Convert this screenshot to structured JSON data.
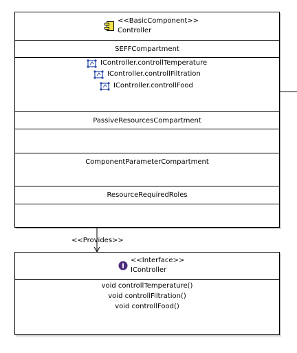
{
  "component": {
    "stereotype": "<<BasicComponent>>",
    "name": "Controller",
    "icon": "basic-component-icon",
    "compartments": {
      "seff": {
        "title": "SEFFCompartment",
        "items": [
          "IController.controllTemperature",
          "IController.controllFiltration",
          "IController.controllFood"
        ],
        "item_icon": "seff-icon"
      },
      "passive_resources": {
        "title": "PassiveResourcesCompartment"
      },
      "component_parameters": {
        "title": "ComponentParameterCompartment"
      },
      "resource_required_roles": {
        "title": "ResourceRequiredRoles"
      }
    }
  },
  "provides_label": "<<Provides>>",
  "interface": {
    "stereotype": "<<Interface>>",
    "name": "IController",
    "icon": "interface-icon",
    "icon_glyph": "I",
    "icon_color": "#4b2a7e",
    "operations": [
      "void controllTemperature()",
      "void controllFiltration()",
      "void controllFood()"
    ]
  }
}
